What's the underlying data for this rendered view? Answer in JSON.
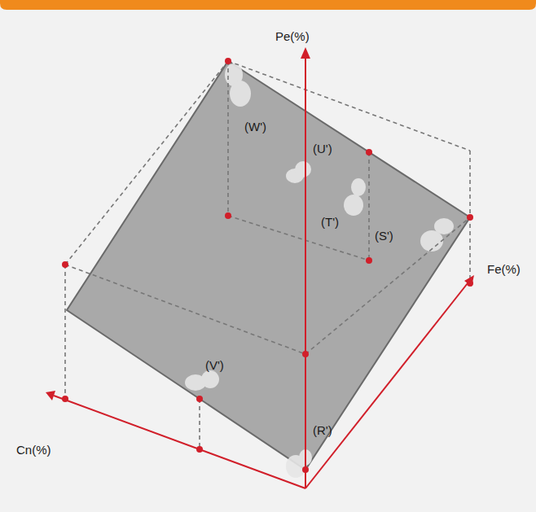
{
  "diagram": {
    "labels": [
      "Pe(%)",
      "Fe(%)",
      "Cn(%)",
      "(W')",
      "(U')",
      "(T')",
      "(S')",
      "(V')",
      "(R')"
    ]
  }
}
